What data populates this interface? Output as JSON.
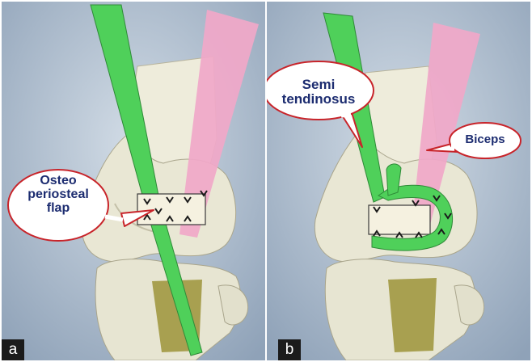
{
  "panels": [
    {
      "letter": "a",
      "callout": {
        "lines": [
          "Osteo",
          "periosteal",
          "flap"
        ]
      }
    },
    {
      "letter": "b",
      "callouts": [
        {
          "lines": [
            "Semi",
            "tendinosus"
          ]
        },
        {
          "lines": [
            "Biceps"
          ]
        }
      ]
    }
  ],
  "colors": {
    "background": "#b8c8d8",
    "bone": "#f0eedd",
    "tendon_green": "#4fd05a",
    "biceps_pink": "#f0a8c8",
    "ligament_yellow": "#a8a050",
    "callout_border": "#c8242a",
    "label_text": "#1c2c70"
  }
}
